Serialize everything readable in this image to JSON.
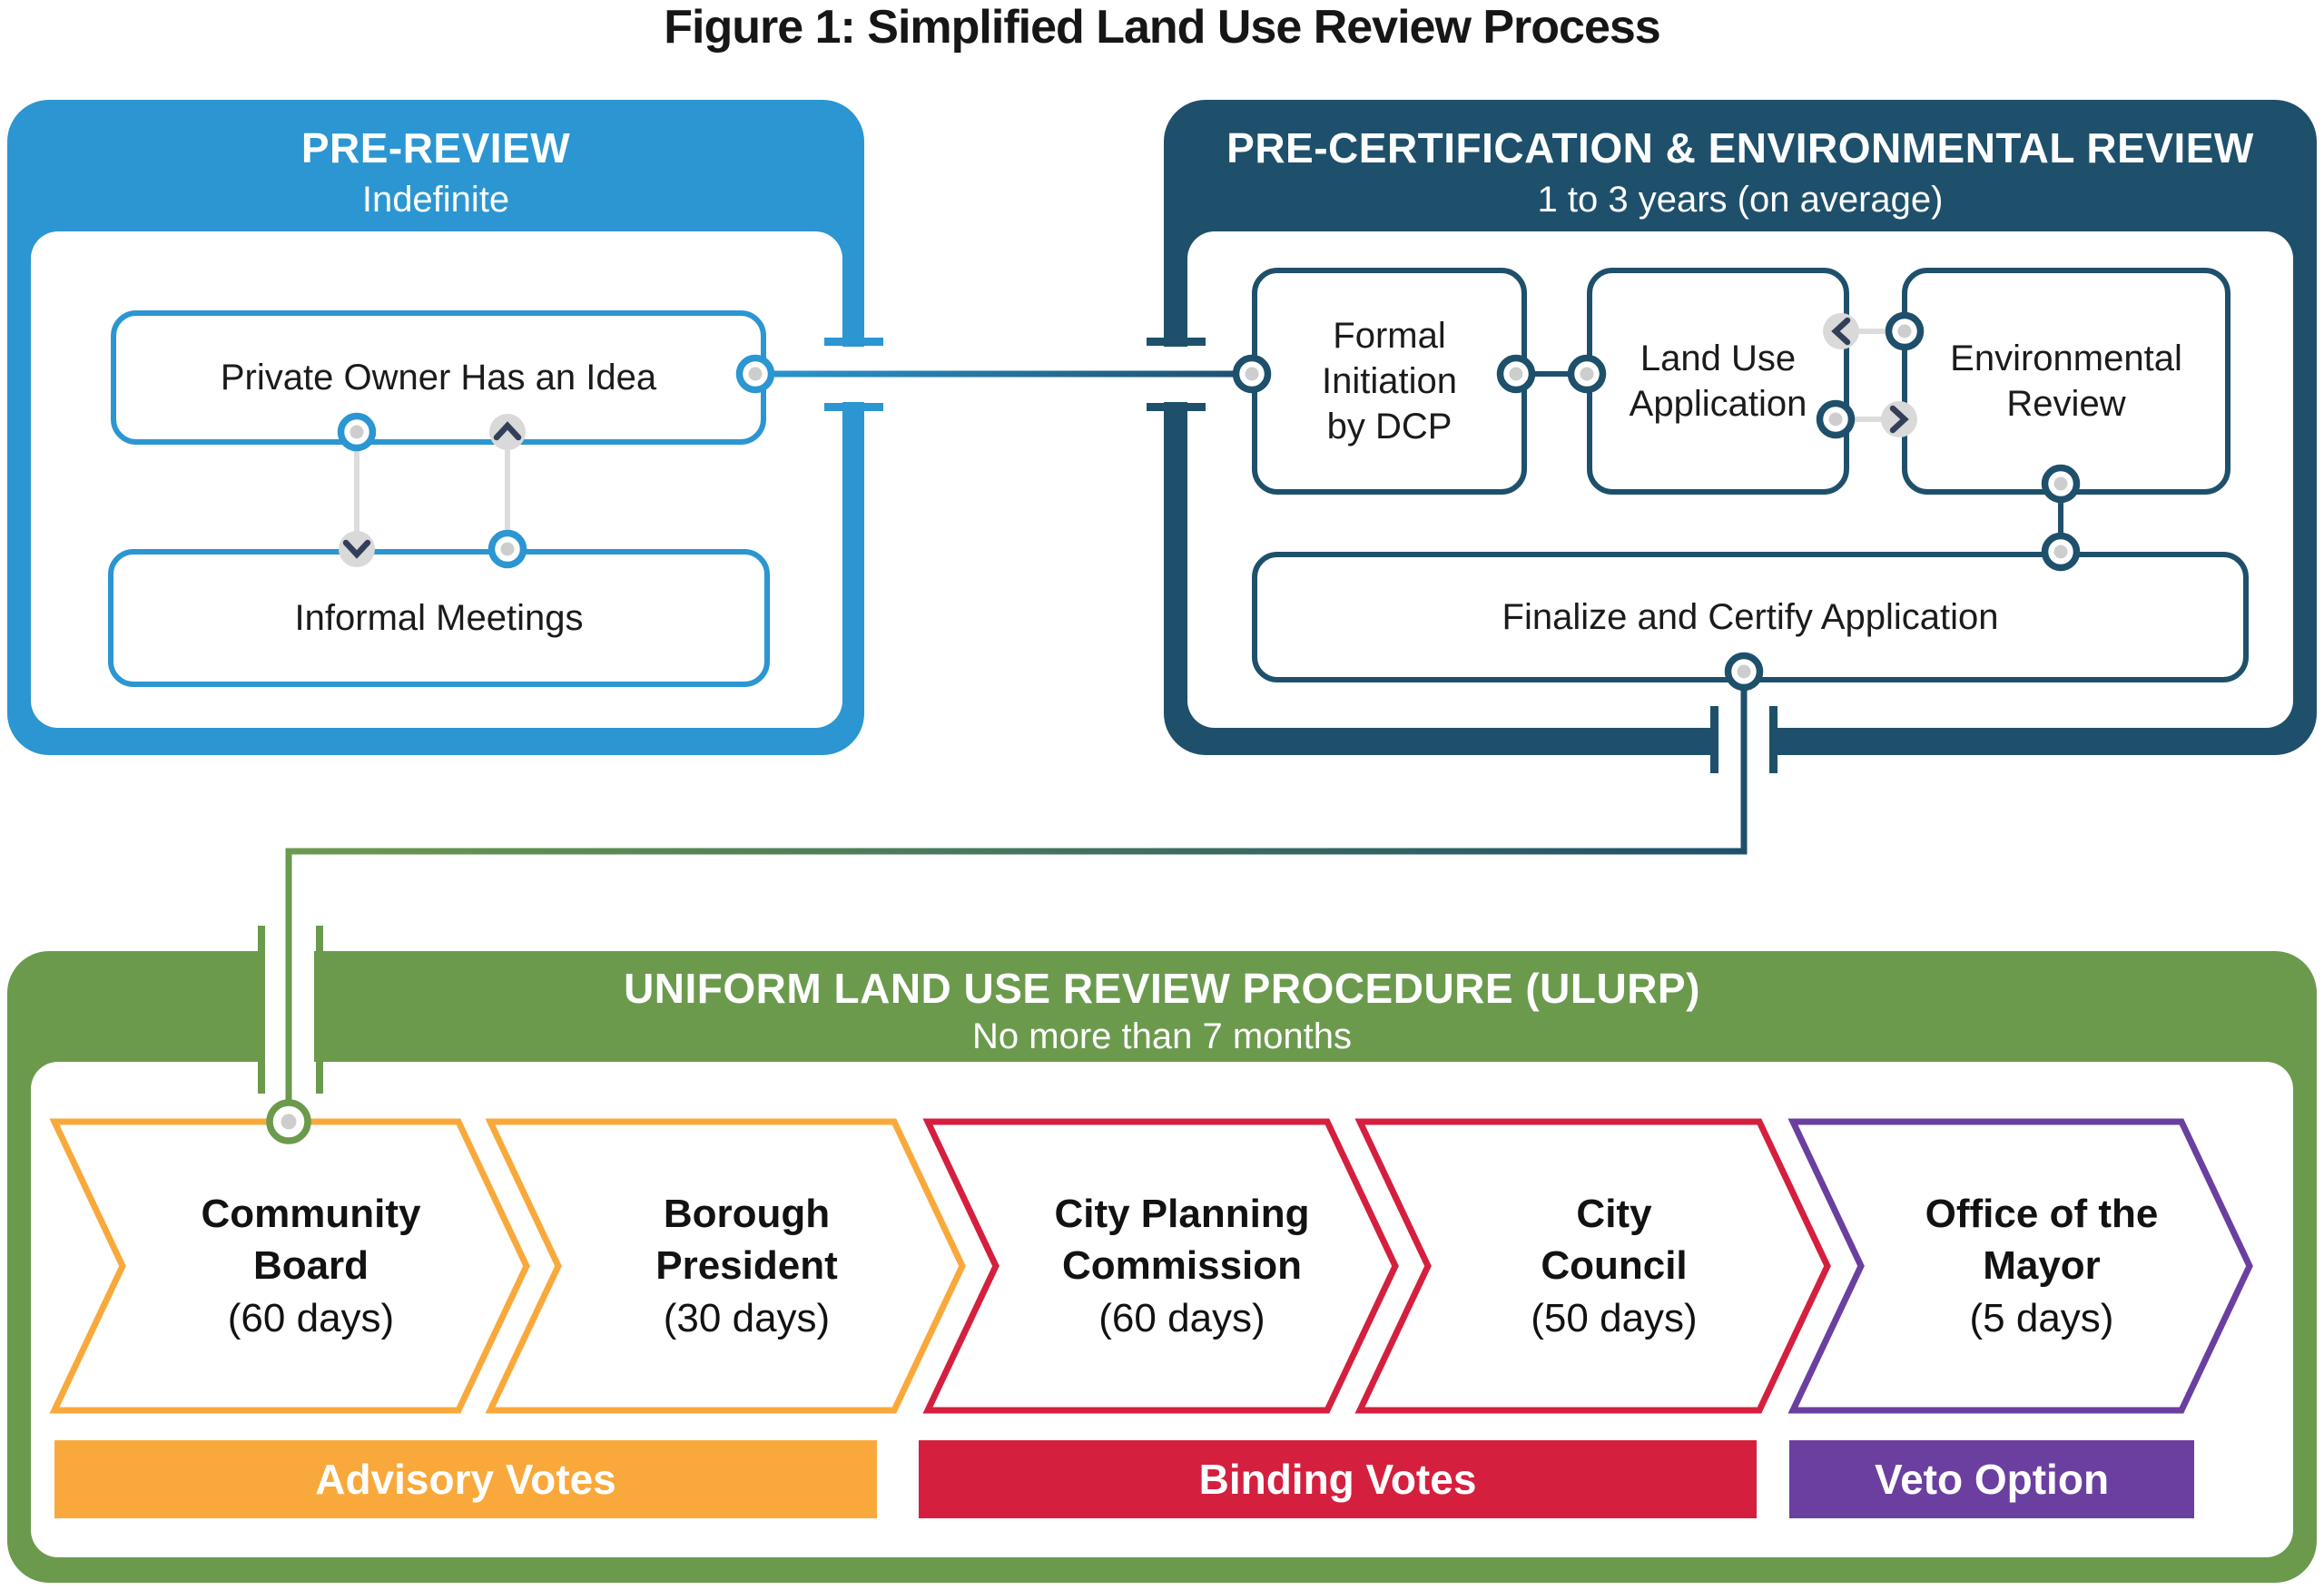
{
  "title": "Figure 1: Simplified Land Use Review Process",
  "colors": {
    "blue": "#2b96d1",
    "teal": "#1e506c",
    "green": "#6b9a4d",
    "orange": "#f9a93b",
    "red": "#d51f3e",
    "purple": "#6b3fa0",
    "gray_connector": "#dcdcdc",
    "gray_marker": "#d9d9d9",
    "gray_dot": "#cdcdcd",
    "marker_glyph": "#333f5a",
    "white": "#ffffff"
  },
  "pre_review": {
    "title": "PRE-REVIEW",
    "subtitle": "Indefinite",
    "nodes": {
      "owner": "Private Owner Has an Idea",
      "meetings": "Informal Meetings"
    }
  },
  "pre_certification": {
    "title": "PRE-CERTIFICATION & ENVIRONMENTAL REVIEW",
    "subtitle": "1 to 3 years (on average)",
    "nodes": {
      "formal_initiation": "Formal\nInitiation\nby DCP",
      "land_use_application": "Land Use\nApplication",
      "environmental_review": "Environmental\nReview",
      "finalize": "Finalize and Certify Application"
    }
  },
  "ulurp": {
    "title": "UNIFORM LAND USE REVIEW PROCEDURE (ULURP)",
    "subtitle": "No more than 7 months",
    "steps": [
      {
        "name": "Community\nBoard",
        "days": "(60 days)",
        "color": "#f9a93b"
      },
      {
        "name": "Borough\nPresident",
        "days": "(30 days)",
        "color": "#f9a93b"
      },
      {
        "name": "City Planning\nCommission",
        "days": "(60 days)",
        "color": "#d51f3e"
      },
      {
        "name": "City\nCouncil",
        "days": "(50 days)",
        "color": "#d51f3e"
      },
      {
        "name": "Office of the\nMayor",
        "days": "(5 days)",
        "color": "#6b3fa0"
      }
    ],
    "votes": [
      {
        "label": "Advisory Votes",
        "color": "#f9a93b"
      },
      {
        "label": "Binding Votes",
        "color": "#d51f3e"
      },
      {
        "label": "Veto Option",
        "color": "#6b3fa0"
      }
    ]
  }
}
